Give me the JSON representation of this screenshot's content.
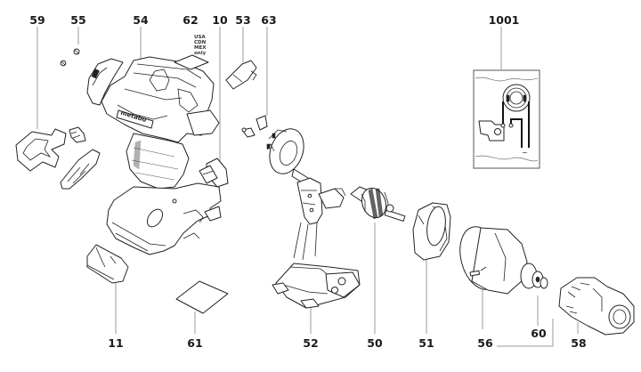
{
  "diagram": {
    "title": "Exploded parts view – cordless impact driver",
    "labels": [
      {
        "id": "59",
        "text": "59"
      },
      {
        "id": "55",
        "text": "55"
      },
      {
        "id": "54",
        "text": "54"
      },
      {
        "id": "62",
        "text": "62"
      },
      {
        "id": "10",
        "text": "10"
      },
      {
        "id": "53",
        "text": "53"
      },
      {
        "id": "63",
        "text": "63"
      },
      {
        "id": "1001",
        "text": "1001"
      },
      {
        "id": "11",
        "text": "11"
      },
      {
        "id": "61",
        "text": "61"
      },
      {
        "id": "52",
        "text": "52"
      },
      {
        "id": "50",
        "text": "50"
      },
      {
        "id": "51",
        "text": "51"
      },
      {
        "id": "56",
        "text": "56"
      },
      {
        "id": "60",
        "text": "60"
      },
      {
        "id": "58",
        "text": "58"
      }
    ],
    "label62_note": [
      "USA",
      "CDN",
      "MEX",
      "only"
    ],
    "brand_text": "metabo",
    "inset_ac_symbol": "~"
  }
}
